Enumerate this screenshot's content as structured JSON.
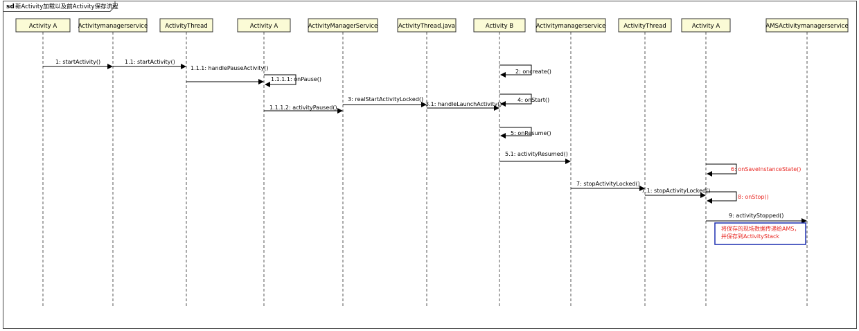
{
  "frame": {
    "keyword": "sd",
    "title": "新Activity加载以及前Activity保存流程"
  },
  "lifelines": [
    "Activity A",
    "Activitymanagerservice",
    "ActivityThread",
    "Activity A",
    "ActivityManagerService",
    "ActivityThread.java",
    "Activity B",
    "Activitymanagerservice",
    "ActivityThread",
    "Activity A",
    "AMSActivitymanagerservice"
  ],
  "messages": [
    {
      "label": "1: startActivity()",
      "from": 0,
      "to": 1
    },
    {
      "label": "1.1: startActivity()",
      "from": 1,
      "to": 2
    },
    {
      "label": "1.1.1: handlePauseActivity()",
      "from": 2,
      "to": 3
    },
    {
      "label": "1.1.1.1: onPause()",
      "from": 3,
      "to": 3,
      "self": true
    },
    {
      "label": "1.1.1.2: activityPaused()",
      "from": 3,
      "to": 4
    },
    {
      "label": "3: realStartActivityLocked()",
      "from": 4,
      "to": 5
    },
    {
      "label": "3.1: handleLaunchActivity()",
      "from": 5,
      "to": 6
    },
    {
      "label": "2: oncreate()",
      "from": 6,
      "to": 6,
      "self": true
    },
    {
      "label": "4: onStart()",
      "from": 6,
      "to": 6,
      "self": true
    },
    {
      "label": "5: onResume()",
      "from": 6,
      "to": 6,
      "self": true
    },
    {
      "label": "5.1: activityResumed()",
      "from": 6,
      "to": 7
    },
    {
      "label": "6: onSaveInstanceState()",
      "from": 9,
      "to": 9,
      "self": true,
      "highlight": true
    },
    {
      "label": "7: stopActivityLocked()",
      "from": 7,
      "to": 8
    },
    {
      "label": "7.1: stopActivityLocked()",
      "from": 8,
      "to": 9
    },
    {
      "label": "8: onStop()",
      "from": 9,
      "to": 9,
      "self": true,
      "highlight": true
    },
    {
      "label": "9: activityStopped()",
      "from": 9,
      "to": 10
    }
  ],
  "note": {
    "lines": [
      "将保存的现场数据传递给AMS，",
      "并保存到ActivityStack"
    ]
  },
  "colors": {
    "lifeline_box_fill": "#fbfbd6",
    "highlight_text": "#e8231e",
    "note_border": "#1c2fb0"
  }
}
